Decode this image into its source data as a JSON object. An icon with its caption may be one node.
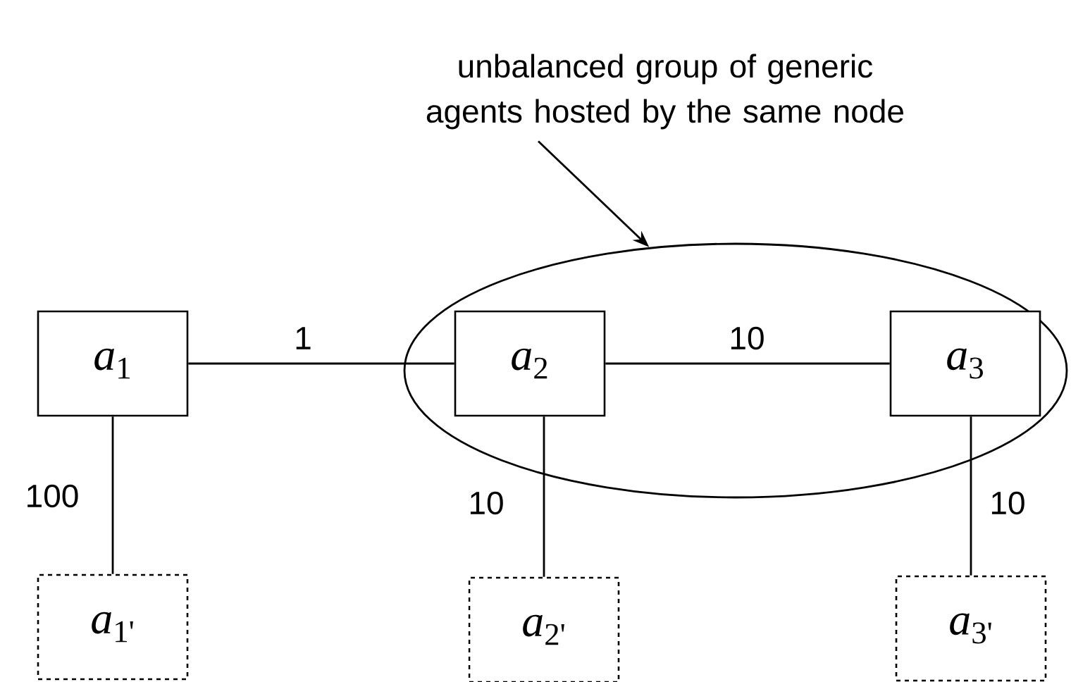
{
  "diagram": {
    "nodes": [
      {
        "text": [
          "unbalanced group of generic agents hosted by the same node"
        ]
      },
      {
        "text": [],
        "shape": "ellipse"
      },
      {
        "text": [
          "*a*$_{1}$"
        ]
      },
      {
        "text": [
          "*a*$_{2}$"
        ],
        "in": 1
      },
      {
        "text": [
          "*a*$_{3}$"
        ],
        "in": 1
      },
      {
        "text": [
          "*a*$_{1'}$"
        ]
      },
      {
        "text": [
          "*a*$_{2'}$"
        ]
      },
      {
        "text": [
          "*a*$_{3'}$"
        ]
      }
    ],
    "edges": [
      {
        "from": 0,
        "to": 1,
        "arrow": "to"
      },
      {
        "from": 2,
        "to": 3,
        "arrow": "none",
        "label": "1"
      },
      {
        "from": 3,
        "to": 4,
        "arrow": "none",
        "label": "10"
      },
      {
        "from": 2,
        "to": 5,
        "arrow": "none",
        "label": "100"
      },
      {
        "from": 3,
        "to": 6,
        "arrow": "none",
        "label": "10"
      },
      {
        "from": 4,
        "to": 7,
        "arrow": "none",
        "label": "10"
      }
    ]
  }
}
